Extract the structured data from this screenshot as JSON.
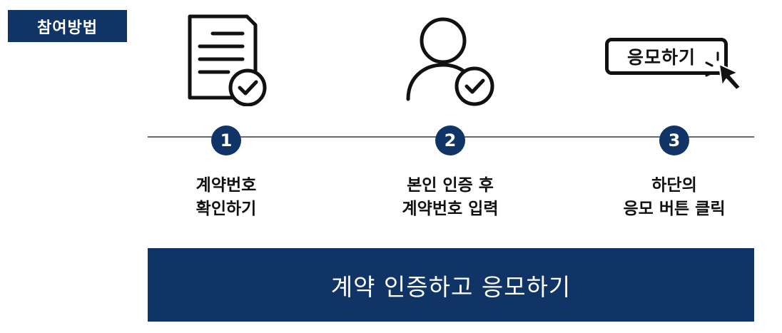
{
  "badge": "참여방법",
  "steps": [
    {
      "number": "1",
      "line1": "계약번호",
      "line2": "확인하기",
      "icon": "document-check-icon"
    },
    {
      "number": "2",
      "line1": "본인 인증 후",
      "line2": "계약번호 입력",
      "icon": "user-check-icon"
    },
    {
      "number": "3",
      "line1": "하단의",
      "line2": "응모 버튼 클릭",
      "icon": "click-button-icon"
    }
  ],
  "icon_button_label": "응모하기",
  "cta_label": "계약 인증하고 응모하기",
  "colors": {
    "brand": "#0f3465",
    "line": "#6b6b6b",
    "text": "#111111"
  }
}
